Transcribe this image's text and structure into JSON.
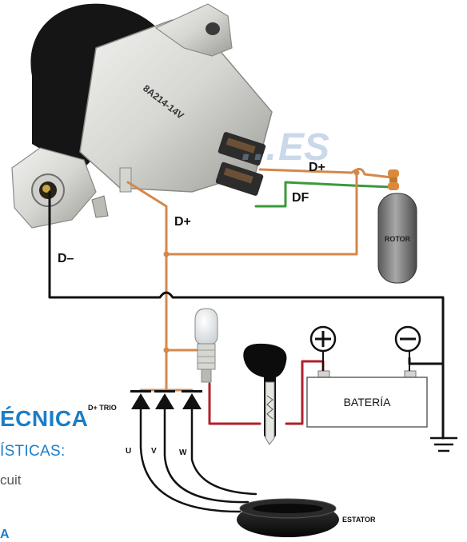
{
  "regulator": {
    "model": "8A214-14V",
    "watermark": "…ES"
  },
  "labels": {
    "d_plus_top": "D+",
    "df": "DF",
    "d_plus_mid": "D+",
    "d_minus": "D–",
    "rotor": "ROTOR",
    "d_plus_trio": "D+ TRIO",
    "u": "U",
    "v": "V",
    "w": "W",
    "bateria": "BATERÍA",
    "estator": "ESTATOR",
    "plus_symbol": "+",
    "minus_symbol": "–"
  },
  "side_text": {
    "title": "ÉCNICA",
    "subtitle": "ÍSTICAS:",
    "body": "cuit",
    "tail": "A"
  },
  "colors": {
    "wire_orange": "#d4884a",
    "wire_green": "#3a9a3a",
    "wire_red": "#b0202a",
    "wire_black": "#111111",
    "accent_blue": "#1a7ec8"
  }
}
